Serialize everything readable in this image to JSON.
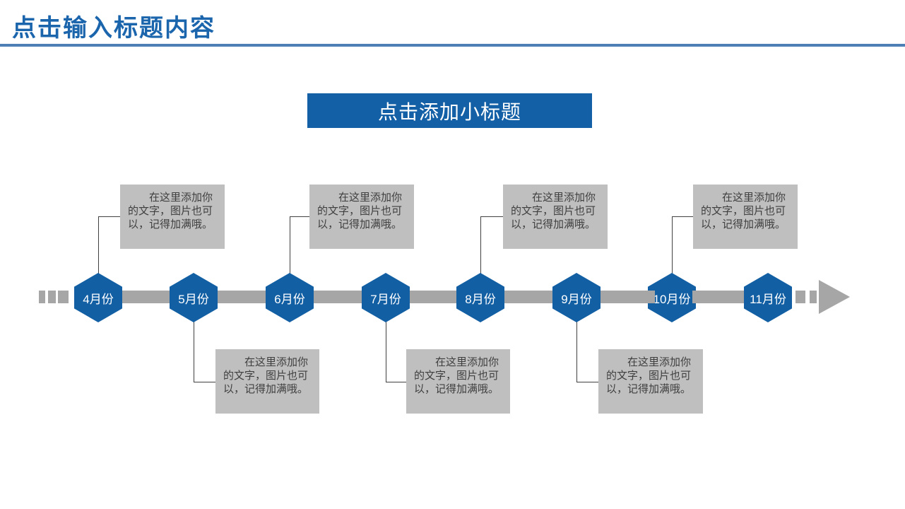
{
  "slide": {
    "title": "点击输入标题内容",
    "subtitle": "点击添加小标题"
  },
  "colors": {
    "title_blue": "#1B65AD",
    "accent_blue": "#125FA4",
    "underline_blue": "#4E7FB5",
    "timeline_gray": "#A6A6A6",
    "note_box_gray": "#BFBFBF",
    "note_text_gray": "#3F3F3F"
  },
  "timeline": {
    "months": [
      {
        "label": "4月份"
      },
      {
        "label": "5月份"
      },
      {
        "label": "6月份"
      },
      {
        "label": "7月份"
      },
      {
        "label": "8月份"
      },
      {
        "label": "9月份"
      },
      {
        "label": "10月份"
      },
      {
        "label": "11月份"
      }
    ],
    "notes_top": [
      {
        "text": "在这里添加你的文字，图片也可以，记得加满哦。"
      },
      {
        "text": "在这里添加你的文字，图片也可以，记得加满哦。"
      },
      {
        "text": "在这里添加你的文字，图片也可以，记得加满哦。"
      },
      {
        "text": "在这里添加你的文字，图片也可以，记得加满哦。"
      }
    ],
    "notes_bottom": [
      {
        "text": "在这里添加你的文字，图片也可以，记得加满哦。"
      },
      {
        "text": "在这里添加你的文字，图片也可以，记得加满哦。"
      },
      {
        "text": "在这里添加你的文字，图片也可以，记得加满哦。"
      }
    ],
    "arrow_icon": "right-arrow"
  }
}
